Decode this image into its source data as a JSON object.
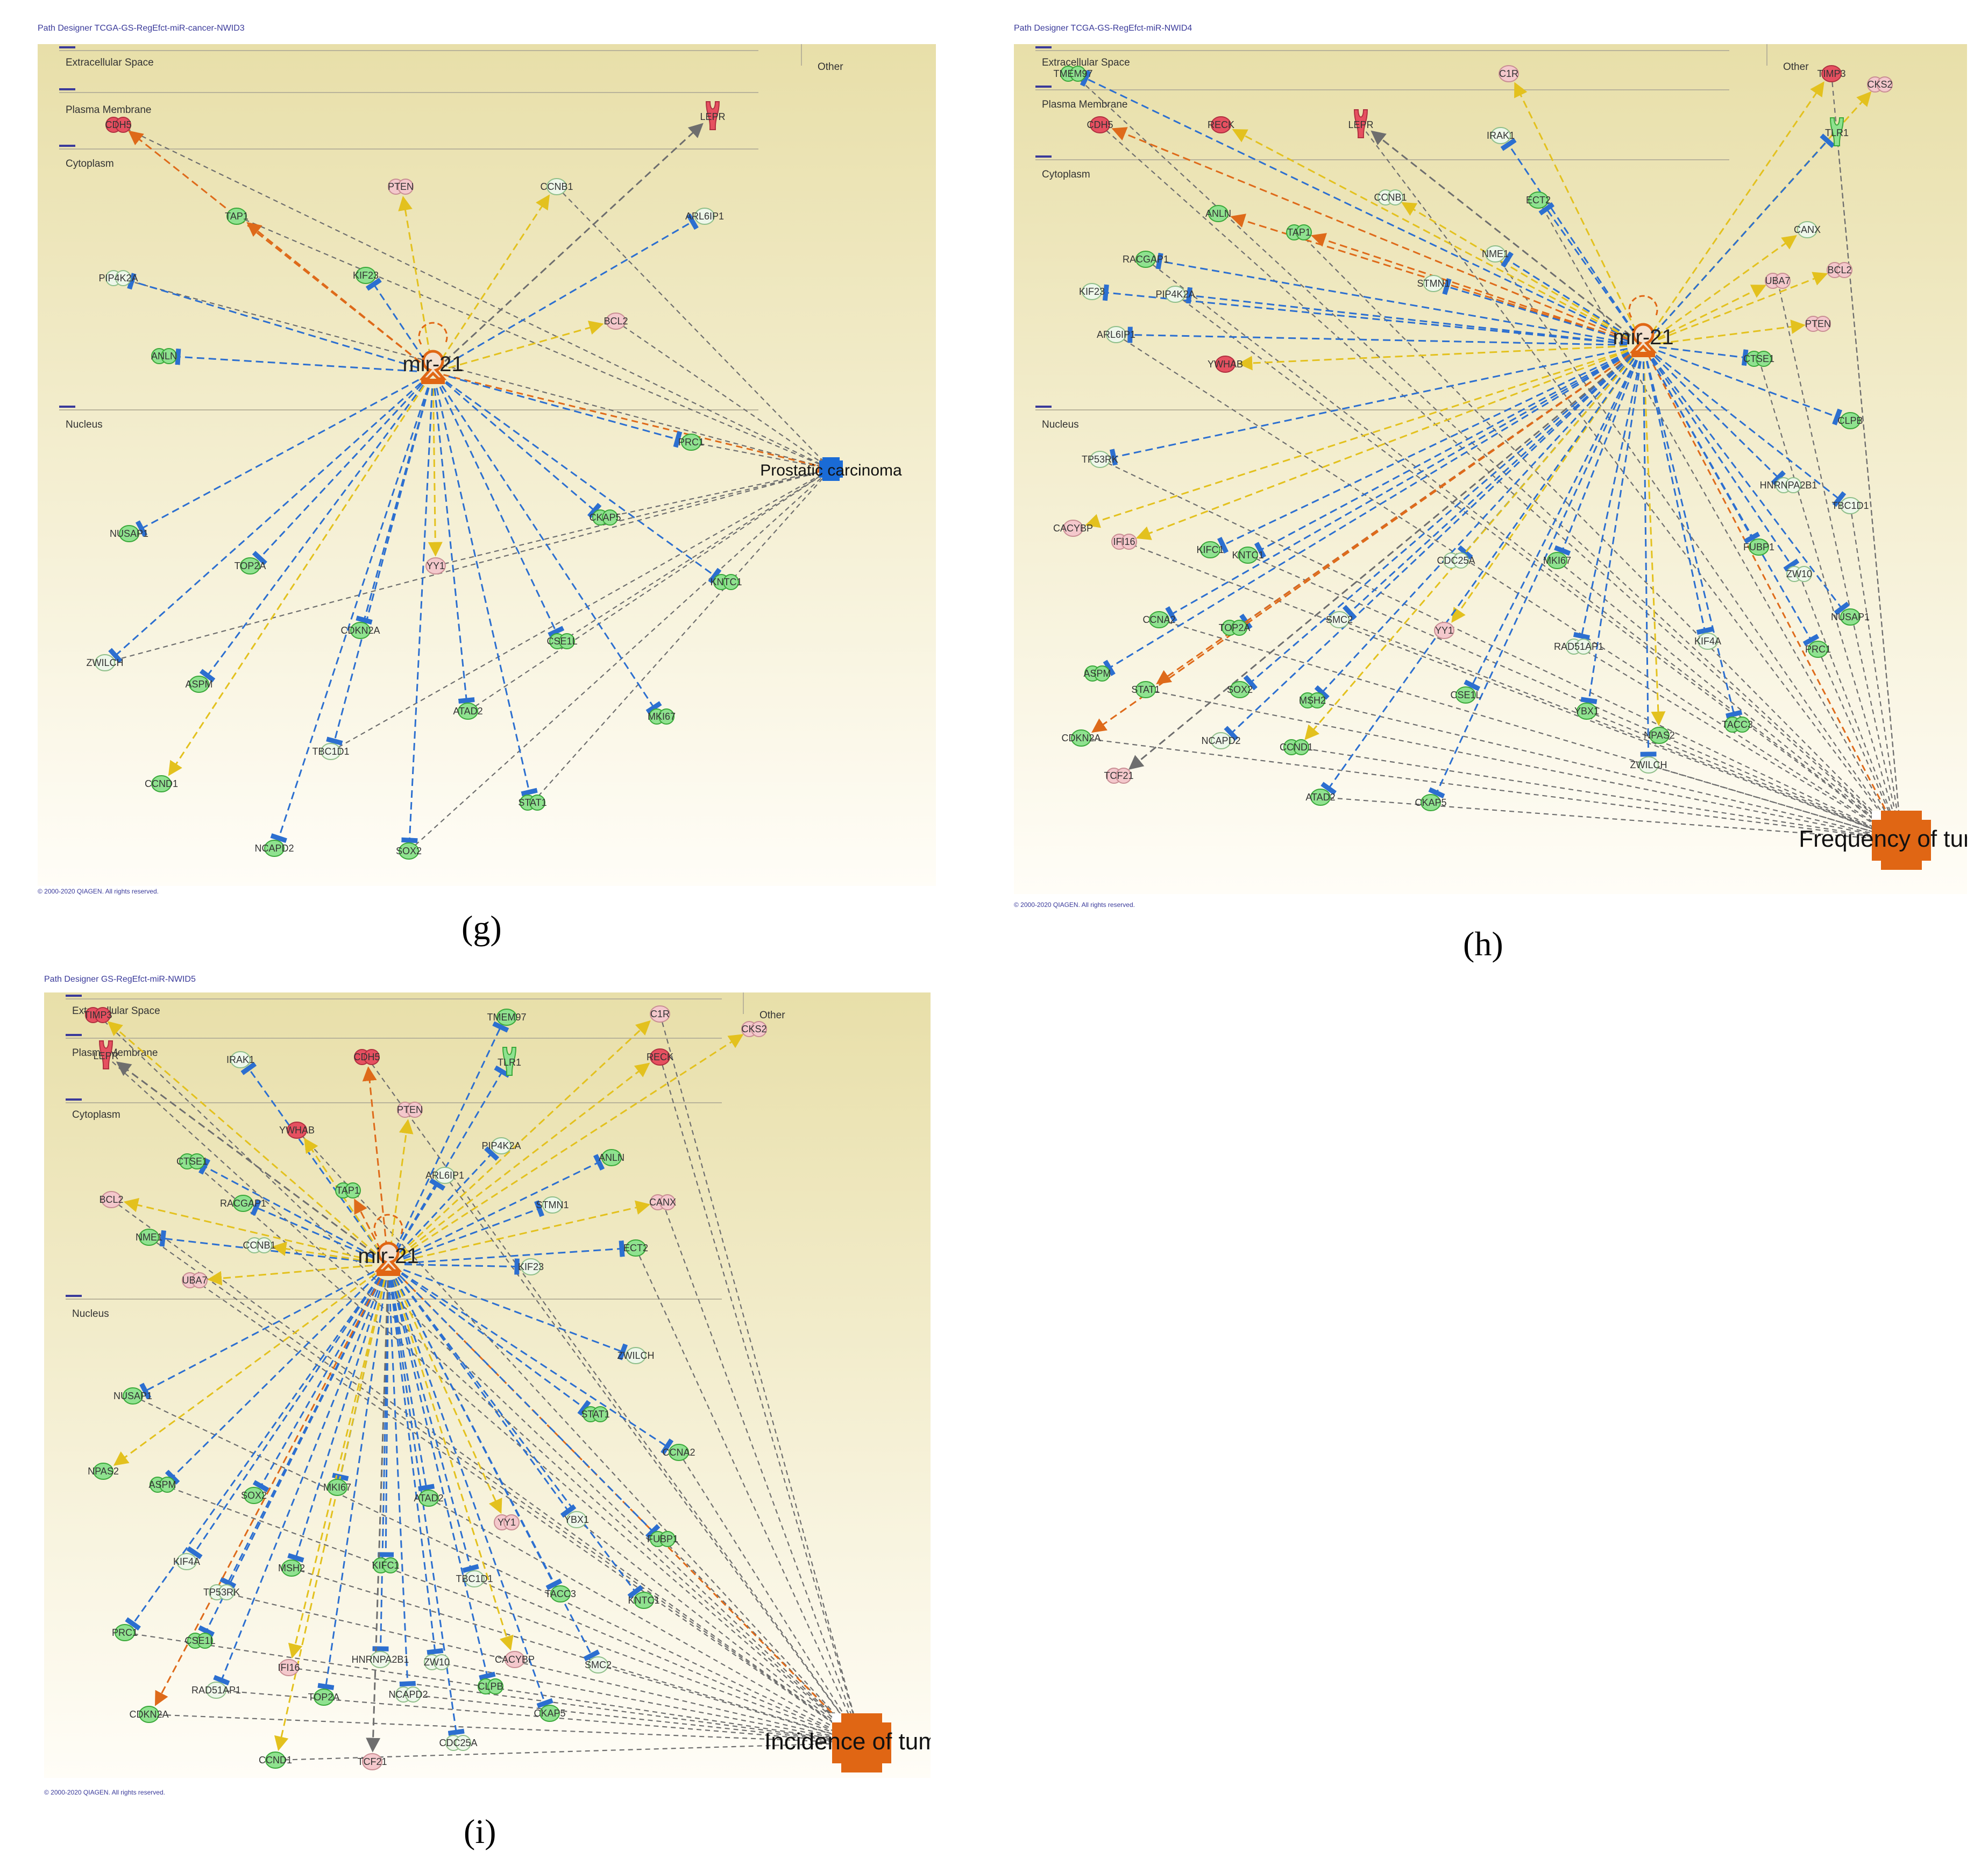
{
  "colors": {
    "green_fill": "#8fe28f",
    "green_dark": "#3ccf3c",
    "pink_fill": "#f4c8cc",
    "red_fill": "#e65060",
    "orange": "#e06614",
    "blue": "#1a6bd6",
    "edge_blue": "#2c6fd0",
    "edge_yellow": "#e3c11e",
    "edge_orange": "#de6a1a",
    "edge_gray": "#6e6e6e",
    "bg_top": "#e8dfa9",
    "bg_bottom": "#fffdf7"
  },
  "panels": [
    {
      "id": "g",
      "title": "Path Designer TCGA-GS-RegEfct-miR-cancer-NWID3",
      "copyright": "© 2000-2020 QIAGEN. All rights reserved.",
      "panel_label": "(g)",
      "compartments": [
        "Extracellular Space",
        "Plasma Membrane",
        "Cytoplasm",
        "Nucleus",
        "Other"
      ],
      "hub": {
        "label": "mir-21"
      },
      "target": {
        "label": "Prostatic carcinoma",
        "color": "blue"
      },
      "nodes": [
        {
          "label": "CDH5",
          "color": "red",
          "edge": "orange"
        },
        {
          "label": "LEPR",
          "color": "red",
          "edge": "gray"
        },
        {
          "label": "TAP1",
          "color": "green",
          "edge": "orange"
        },
        {
          "label": "PTEN",
          "color": "pink",
          "edge": "yellow"
        },
        {
          "label": "CCNB1",
          "color": "white",
          "edge": "yellow"
        },
        {
          "label": "ARL6IP1",
          "color": "white",
          "edge": "blue"
        },
        {
          "label": "PIP4K2A",
          "color": "white",
          "edge": "blue"
        },
        {
          "label": "KIF23",
          "color": "green",
          "edge": "blue"
        },
        {
          "label": "BCL2",
          "color": "pink",
          "edge": "yellow"
        },
        {
          "label": "ANLN",
          "color": "green",
          "edge": "blue"
        },
        {
          "label": "PRC1",
          "color": "green",
          "edge": "blue"
        },
        {
          "label": "NUSAP1",
          "color": "green",
          "edge": "blue"
        },
        {
          "label": "CKAP5",
          "color": "green",
          "edge": "blue"
        },
        {
          "label": "TOP2A",
          "color": "green",
          "edge": "blue"
        },
        {
          "label": "YY1",
          "color": "pink",
          "edge": "yellow"
        },
        {
          "label": "KNTC1",
          "color": "green",
          "edge": "blue"
        },
        {
          "label": "ZWILCH",
          "color": "white",
          "edge": "blue"
        },
        {
          "label": "CDKN2A",
          "color": "green",
          "edge": "blue"
        },
        {
          "label": "CSE1L",
          "color": "green",
          "edge": "blue"
        },
        {
          "label": "ASPM",
          "color": "green",
          "edge": "blue"
        },
        {
          "label": "ATAD2",
          "color": "green",
          "edge": "blue"
        },
        {
          "label": "MKI67",
          "color": "green",
          "edge": "blue"
        },
        {
          "label": "TBC1D1",
          "color": "white",
          "edge": "blue"
        },
        {
          "label": "CCND1",
          "color": "green",
          "edge": "yellow"
        },
        {
          "label": "STAT1",
          "color": "green",
          "edge": "blue"
        },
        {
          "label": "NCAPD2",
          "color": "green",
          "edge": "blue"
        },
        {
          "label": "SOX2",
          "color": "green",
          "edge": "blue"
        }
      ]
    },
    {
      "id": "h",
      "title": "Path Designer TCGA-GS-RegEfct-miR-NWID4",
      "copyright": "© 2000-2020 QIAGEN. All rights reserved.",
      "panel_label": "(h)",
      "compartments": [
        "Extracellular Space",
        "Plasma Membrane",
        "Cytoplasm",
        "Nucleus",
        "Other"
      ],
      "hub": {
        "label": "mir-21"
      },
      "target": {
        "label": "Frequency of tumor",
        "color": "orange"
      },
      "nodes": [
        {
          "label": "TMEM97",
          "color": "green",
          "edge": "blue"
        },
        {
          "label": "C1R",
          "color": "pink",
          "edge": "yellow"
        },
        {
          "label": "TIMP3",
          "color": "red",
          "edge": "yellow"
        },
        {
          "label": "CKS2",
          "color": "pink",
          "edge": "yellow"
        },
        {
          "label": "CDH5",
          "color": "red",
          "edge": "orange"
        },
        {
          "label": "RECK",
          "color": "red",
          "edge": "yellow"
        },
        {
          "label": "LEPR",
          "color": "red",
          "edge": "gray"
        },
        {
          "label": "IRAK1",
          "color": "white",
          "edge": "blue"
        },
        {
          "label": "TLR1",
          "color": "green",
          "edge": "blue"
        },
        {
          "label": "CCNB1",
          "color": "white",
          "edge": "yellow"
        },
        {
          "label": "ECT2",
          "color": "green",
          "edge": "blue"
        },
        {
          "label": "ANLN",
          "color": "green",
          "edge": "orange"
        },
        {
          "label": "TAP1",
          "color": "green",
          "edge": "orange"
        },
        {
          "label": "CANX",
          "color": "white",
          "edge": "yellow"
        },
        {
          "label": "NME1",
          "color": "white",
          "edge": "blue"
        },
        {
          "label": "BCL2",
          "color": "pink",
          "edge": "yellow"
        },
        {
          "label": "RACGAP1",
          "color": "green",
          "edge": "blue"
        },
        {
          "label": "STMN1",
          "color": "white",
          "edge": "blue"
        },
        {
          "label": "UBA7",
          "color": "pink",
          "edge": "yellow"
        },
        {
          "label": "KIF23",
          "color": "white",
          "edge": "blue"
        },
        {
          "label": "PIP4K2A",
          "color": "white",
          "edge": "blue"
        },
        {
          "label": "PTEN",
          "color": "pink",
          "edge": "yellow"
        },
        {
          "label": "ARL6IP1",
          "color": "white",
          "edge": "blue"
        },
        {
          "label": "YWHAB",
          "color": "red",
          "edge": "yellow"
        },
        {
          "label": "CTSE1",
          "color": "green",
          "edge": "blue"
        },
        {
          "label": "CLPB",
          "color": "green",
          "edge": "blue"
        },
        {
          "label": "TP53RK",
          "color": "white",
          "edge": "blue"
        },
        {
          "label": "HNRNPA2B1",
          "color": "white",
          "edge": "blue"
        },
        {
          "label": "TBC1D1",
          "color": "white",
          "edge": "blue"
        },
        {
          "label": "CACYBP",
          "color": "pink",
          "edge": "yellow"
        },
        {
          "label": "IFI16",
          "color": "pink",
          "edge": "yellow"
        },
        {
          "label": "KIFC1",
          "color": "green",
          "edge": "blue"
        },
        {
          "label": "KNTC1",
          "color": "green",
          "edge": "blue"
        },
        {
          "label": "CDC25A",
          "color": "white",
          "edge": "blue"
        },
        {
          "label": "MKI67",
          "color": "green",
          "edge": "blue"
        },
        {
          "label": "FUBP1",
          "color": "green",
          "edge": "blue"
        },
        {
          "label": "ZW10",
          "color": "white",
          "edge": "blue"
        },
        {
          "label": "NUSAP1",
          "color": "green",
          "edge": "blue"
        },
        {
          "label": "CCNA2",
          "color": "green",
          "edge": "blue"
        },
        {
          "label": "TOP2A",
          "color": "green",
          "edge": "blue"
        },
        {
          "label": "SMC2",
          "color": "white",
          "edge": "blue"
        },
        {
          "label": "YY1",
          "color": "pink",
          "edge": "yellow"
        },
        {
          "label": "RAD51AP1",
          "color": "white",
          "edge": "blue"
        },
        {
          "label": "KIF4A",
          "color": "white",
          "edge": "blue"
        },
        {
          "label": "PRC1",
          "color": "green",
          "edge": "blue"
        },
        {
          "label": "ASPM",
          "color": "green",
          "edge": "blue"
        },
        {
          "label": "STAT1",
          "color": "green",
          "edge": "orange"
        },
        {
          "label": "SOX2",
          "color": "green",
          "edge": "blue"
        },
        {
          "label": "MSH2",
          "color": "green",
          "edge": "blue"
        },
        {
          "label": "CSE1L",
          "color": "green",
          "edge": "blue"
        },
        {
          "label": "YBX1",
          "color": "green",
          "edge": "blue"
        },
        {
          "label": "TACC3",
          "color": "green",
          "edge": "blue"
        },
        {
          "label": "CDKN2A",
          "color": "green",
          "edge": "orange"
        },
        {
          "label": "NCAPD2",
          "color": "white",
          "edge": "blue"
        },
        {
          "label": "CCND1",
          "color": "green",
          "edge": "yellow"
        },
        {
          "label": "NPAS2",
          "color": "green",
          "edge": "yellow"
        },
        {
          "label": "ZWILCH",
          "color": "white",
          "edge": "blue"
        },
        {
          "label": "TCF21",
          "color": "pink",
          "edge": "gray"
        },
        {
          "label": "ATAD2",
          "color": "green",
          "edge": "blue"
        },
        {
          "label": "CKAP5",
          "color": "green",
          "edge": "blue"
        }
      ]
    },
    {
      "id": "i",
      "title": "Path Designer GS-RegEfct-miR-NWID5",
      "copyright": "© 2000-2020 QIAGEN. All rights reserved.",
      "panel_label": "(i)",
      "compartments": [
        "Extracellular Space",
        "Plasma Membrane",
        "Cytoplasm",
        "Nucleus",
        "Other"
      ],
      "hub": {
        "label": "mir-21"
      },
      "target": {
        "label": "Incidence of tumor",
        "color": "orange"
      },
      "nodes": [
        {
          "label": "TIMP3",
          "color": "red",
          "edge": "yellow"
        },
        {
          "label": "TMEM97",
          "color": "green",
          "edge": "blue"
        },
        {
          "label": "C1R",
          "color": "pink",
          "edge": "yellow"
        },
        {
          "label": "CKS2",
          "color": "pink",
          "edge": "yellow"
        },
        {
          "label": "LEPR",
          "color": "red",
          "edge": "gray"
        },
        {
          "label": "IRAK1",
          "color": "white",
          "edge": "blue"
        },
        {
          "label": "CDH5",
          "color": "red",
          "edge": "orange"
        },
        {
          "label": "TLR1",
          "color": "green",
          "edge": "blue"
        },
        {
          "label": "RECK",
          "color": "red",
          "edge": "yellow"
        },
        {
          "label": "PTEN",
          "color": "pink",
          "edge": "yellow"
        },
        {
          "label": "YWHAB",
          "color": "red",
          "edge": "yellow"
        },
        {
          "label": "PIP4K2A",
          "color": "white",
          "edge": "blue"
        },
        {
          "label": "CTSE1",
          "color": "green",
          "edge": "blue"
        },
        {
          "label": "ANLN",
          "color": "green",
          "edge": "blue"
        },
        {
          "label": "ARL6IP1",
          "color": "white",
          "edge": "blue"
        },
        {
          "label": "TAP1",
          "color": "green",
          "edge": "orange"
        },
        {
          "label": "BCL2",
          "color": "pink",
          "edge": "yellow"
        },
        {
          "label": "RACGAP1",
          "color": "green",
          "edge": "blue"
        },
        {
          "label": "CANX",
          "color": "pink",
          "edge": "yellow"
        },
        {
          "label": "STMN1",
          "color": "white",
          "edge": "blue"
        },
        {
          "label": "NME1",
          "color": "green",
          "edge": "blue"
        },
        {
          "label": "CCNB1",
          "color": "white",
          "edge": "yellow"
        },
        {
          "label": "ECT2",
          "color": "green",
          "edge": "blue"
        },
        {
          "label": "KIF23",
          "color": "white",
          "edge": "blue"
        },
        {
          "label": "UBA7",
          "color": "pink",
          "edge": "yellow"
        },
        {
          "label": "ZWILCH",
          "color": "white",
          "edge": "blue"
        },
        {
          "label": "NUSAP1",
          "color": "green",
          "edge": "blue"
        },
        {
          "label": "STAT1",
          "color": "green",
          "edge": "blue"
        },
        {
          "label": "CCNA2",
          "color": "green",
          "edge": "blue"
        },
        {
          "label": "NPAS2",
          "color": "green",
          "edge": "yellow"
        },
        {
          "label": "ASPM",
          "color": "green",
          "edge": "blue"
        },
        {
          "label": "MKI67",
          "color": "green",
          "edge": "blue"
        },
        {
          "label": "ATAD2",
          "color": "green",
          "edge": "blue"
        },
        {
          "label": "YY1",
          "color": "pink",
          "edge": "yellow"
        },
        {
          "label": "YBX1",
          "color": "white",
          "edge": "blue"
        },
        {
          "label": "SOX2",
          "color": "green",
          "edge": "blue"
        },
        {
          "label": "FUBP1",
          "color": "green",
          "edge": "blue"
        },
        {
          "label": "KIF4A",
          "color": "white",
          "edge": "blue"
        },
        {
          "label": "MSH2",
          "color": "green",
          "edge": "blue"
        },
        {
          "label": "KIFC1",
          "color": "green",
          "edge": "blue"
        },
        {
          "label": "TBC1D1",
          "color": "white",
          "edge": "blue"
        },
        {
          "label": "TACC3",
          "color": "green",
          "edge": "blue"
        },
        {
          "label": "TP53RK",
          "color": "white",
          "edge": "blue"
        },
        {
          "label": "KNTC1",
          "color": "green",
          "edge": "blue"
        },
        {
          "label": "PRC1",
          "color": "green",
          "edge": "blue"
        },
        {
          "label": "CSE1L",
          "color": "green",
          "edge": "blue"
        },
        {
          "label": "IFI16",
          "color": "pink",
          "edge": "yellow"
        },
        {
          "label": "HNRNPA2B1",
          "color": "white",
          "edge": "blue"
        },
        {
          "label": "ZW10",
          "color": "white",
          "edge": "blue"
        },
        {
          "label": "CACYBP",
          "color": "pink",
          "edge": "yellow"
        },
        {
          "label": "SMC2",
          "color": "white",
          "edge": "blue"
        },
        {
          "label": "CLPB",
          "color": "green",
          "edge": "blue"
        },
        {
          "label": "RAD51AP1",
          "color": "white",
          "edge": "blue"
        },
        {
          "label": "TOP2A",
          "color": "green",
          "edge": "blue"
        },
        {
          "label": "NCAPD2",
          "color": "white",
          "edge": "blue"
        },
        {
          "label": "CKAP5",
          "color": "green",
          "edge": "blue"
        },
        {
          "label": "CDKN2A",
          "color": "green",
          "edge": "orange"
        },
        {
          "label": "CDC25A",
          "color": "white",
          "edge": "blue"
        },
        {
          "label": "CCND1",
          "color": "green",
          "edge": "yellow"
        },
        {
          "label": "TCF21",
          "color": "pink",
          "edge": "gray"
        }
      ]
    }
  ]
}
